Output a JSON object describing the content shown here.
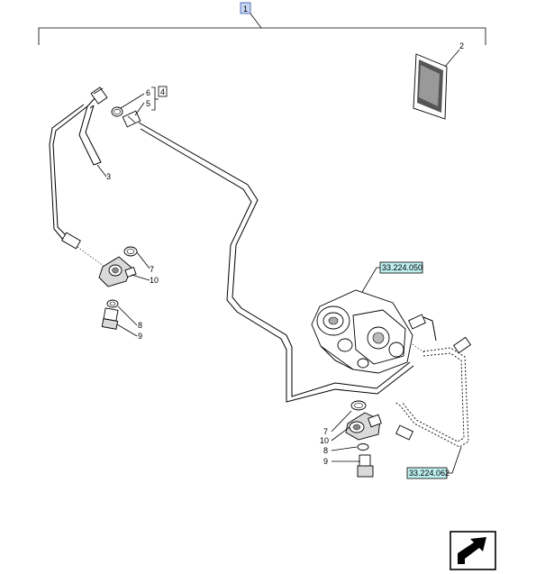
{
  "top_callout": "1",
  "labels": {
    "p2": "2",
    "p3": "3",
    "p4": "4",
    "p5": "5",
    "p6": "6",
    "p7a": "7",
    "p10a": "10",
    "p8a": "8",
    "p9a": "9",
    "p7b": "7",
    "p10b": "10",
    "p8b": "8",
    "p9b": "9"
  },
  "references": {
    "ref_pump": "33.224.050",
    "ref_bottom": "33.224.062"
  },
  "colors": {
    "ref_box_fill": "#bfeff0",
    "callout_fill": "#c9d7f5",
    "line": "#000000"
  },
  "icons": {
    "nav": "arrow-next-page-icon"
  }
}
